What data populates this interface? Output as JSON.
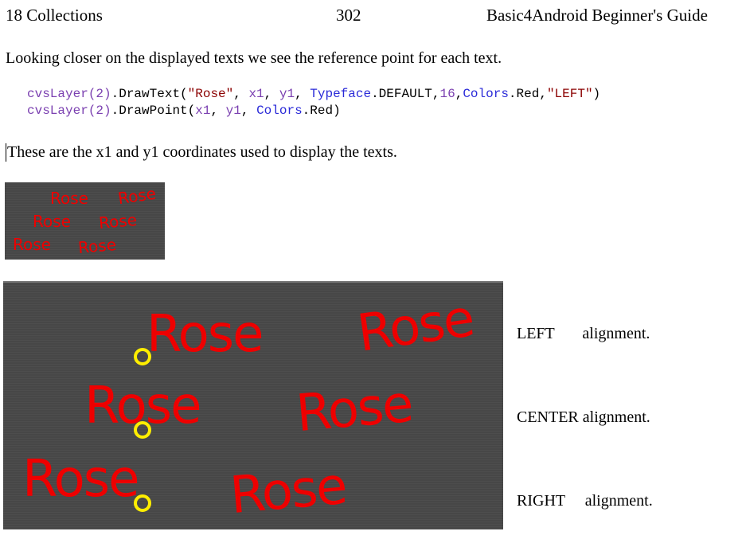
{
  "header": {
    "chapter": "18  Collections",
    "page": "302",
    "book": "Basic4Android   Beginner's Guide"
  },
  "intro": "Looking closer on the displayed texts we see the reference point for each text.",
  "code": {
    "line1": {
      "obj": "cvsLayer",
      "idx": "(2)",
      "method": ".DrawText(",
      "str": "\"Rose\"",
      "sep1": ", ",
      "x": "x1",
      "sep2": ", ",
      "y": "y1",
      "sep3": ", ",
      "tf": "Typeface",
      "def": ".DEFAULT,",
      "size": "16",
      "sep4": ",",
      "colors": "Colors",
      "red": ".Red,",
      "align": "\"LEFT\"",
      "end": ")"
    },
    "line2": {
      "obj": "cvsLayer",
      "idx": "(2)",
      "method": ".DrawPoint(",
      "x": "x1",
      "sep1": ", ",
      "y": "y1",
      "sep2": ", ",
      "colors": "Colors",
      "red": ".Red)"
    }
  },
  "caption": "These are the x1 and y1 coordinates used to display the texts.",
  "image_text": "Rose",
  "labels": {
    "left": "LEFT       alignment.",
    "center": "CENTER alignment.",
    "right": "RIGHT     alignment."
  }
}
